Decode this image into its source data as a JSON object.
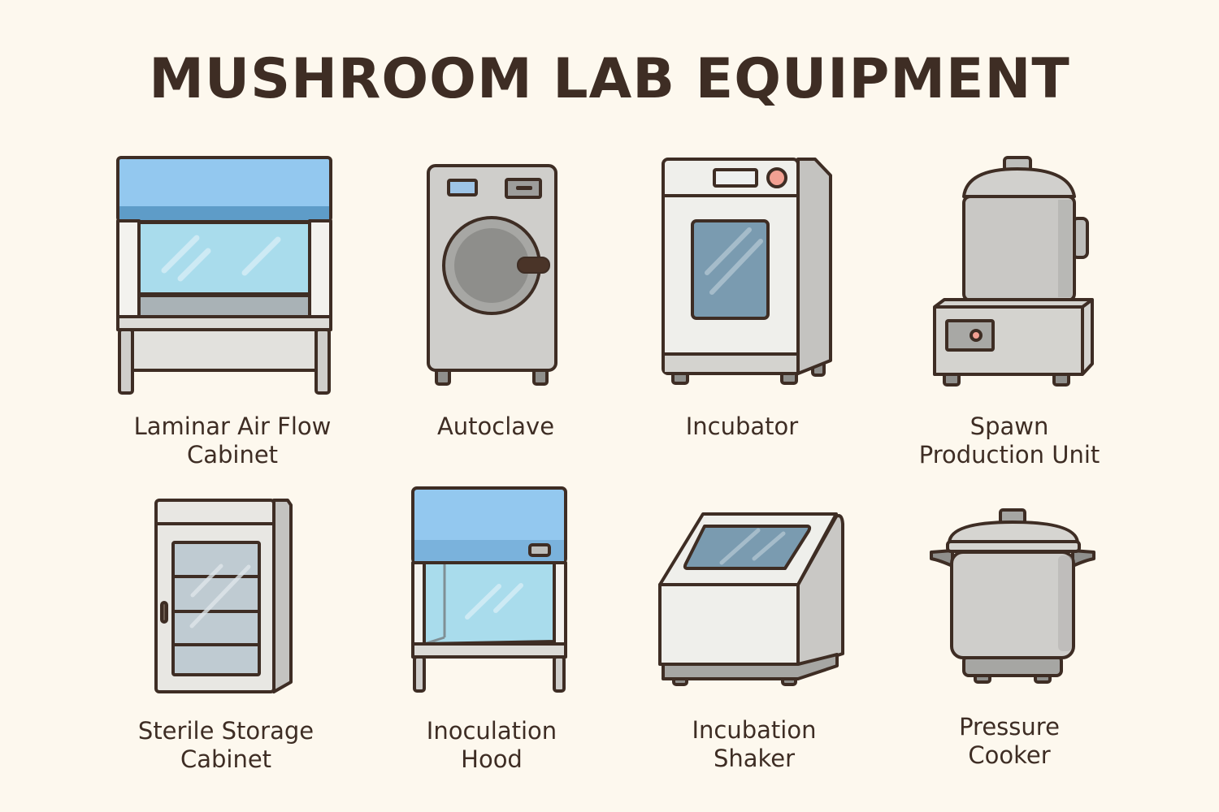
{
  "title": "MUSHROOM LAB EQUIPMENT",
  "colors": {
    "background": "#fdf8ee",
    "outline": "#3e2d24",
    "blue_panel": "#93c8ef",
    "glass": "#a9dcec",
    "dark_glass": "#7a9bb0",
    "steel": "#cfcecb",
    "accent_pink": "#f0a090"
  },
  "items": [
    {
      "name": "Laminar Air Flow",
      "name2": "Cabinet",
      "icon": "laminar-air-flow-cabinet-icon"
    },
    {
      "name": "Autoclave",
      "name2": "",
      "icon": "autoclave-icon"
    },
    {
      "name": "Incubator",
      "name2": "",
      "icon": "incubator-icon"
    },
    {
      "name": "Spawn",
      "name2": "Production Unit",
      "icon": "spawn-production-unit-icon"
    },
    {
      "name": "Sterile Storage",
      "name2": "Cabinet",
      "icon": "sterile-storage-cabinet-icon"
    },
    {
      "name": "Inoculation",
      "name2": "Hood",
      "icon": "inoculation-hood-icon"
    },
    {
      "name": "Incubation",
      "name2": "Shaker",
      "icon": "incubation-shaker-icon"
    },
    {
      "name": "Pressure",
      "name2": "Cooker",
      "icon": "pressure-cooker-icon"
    }
  ]
}
